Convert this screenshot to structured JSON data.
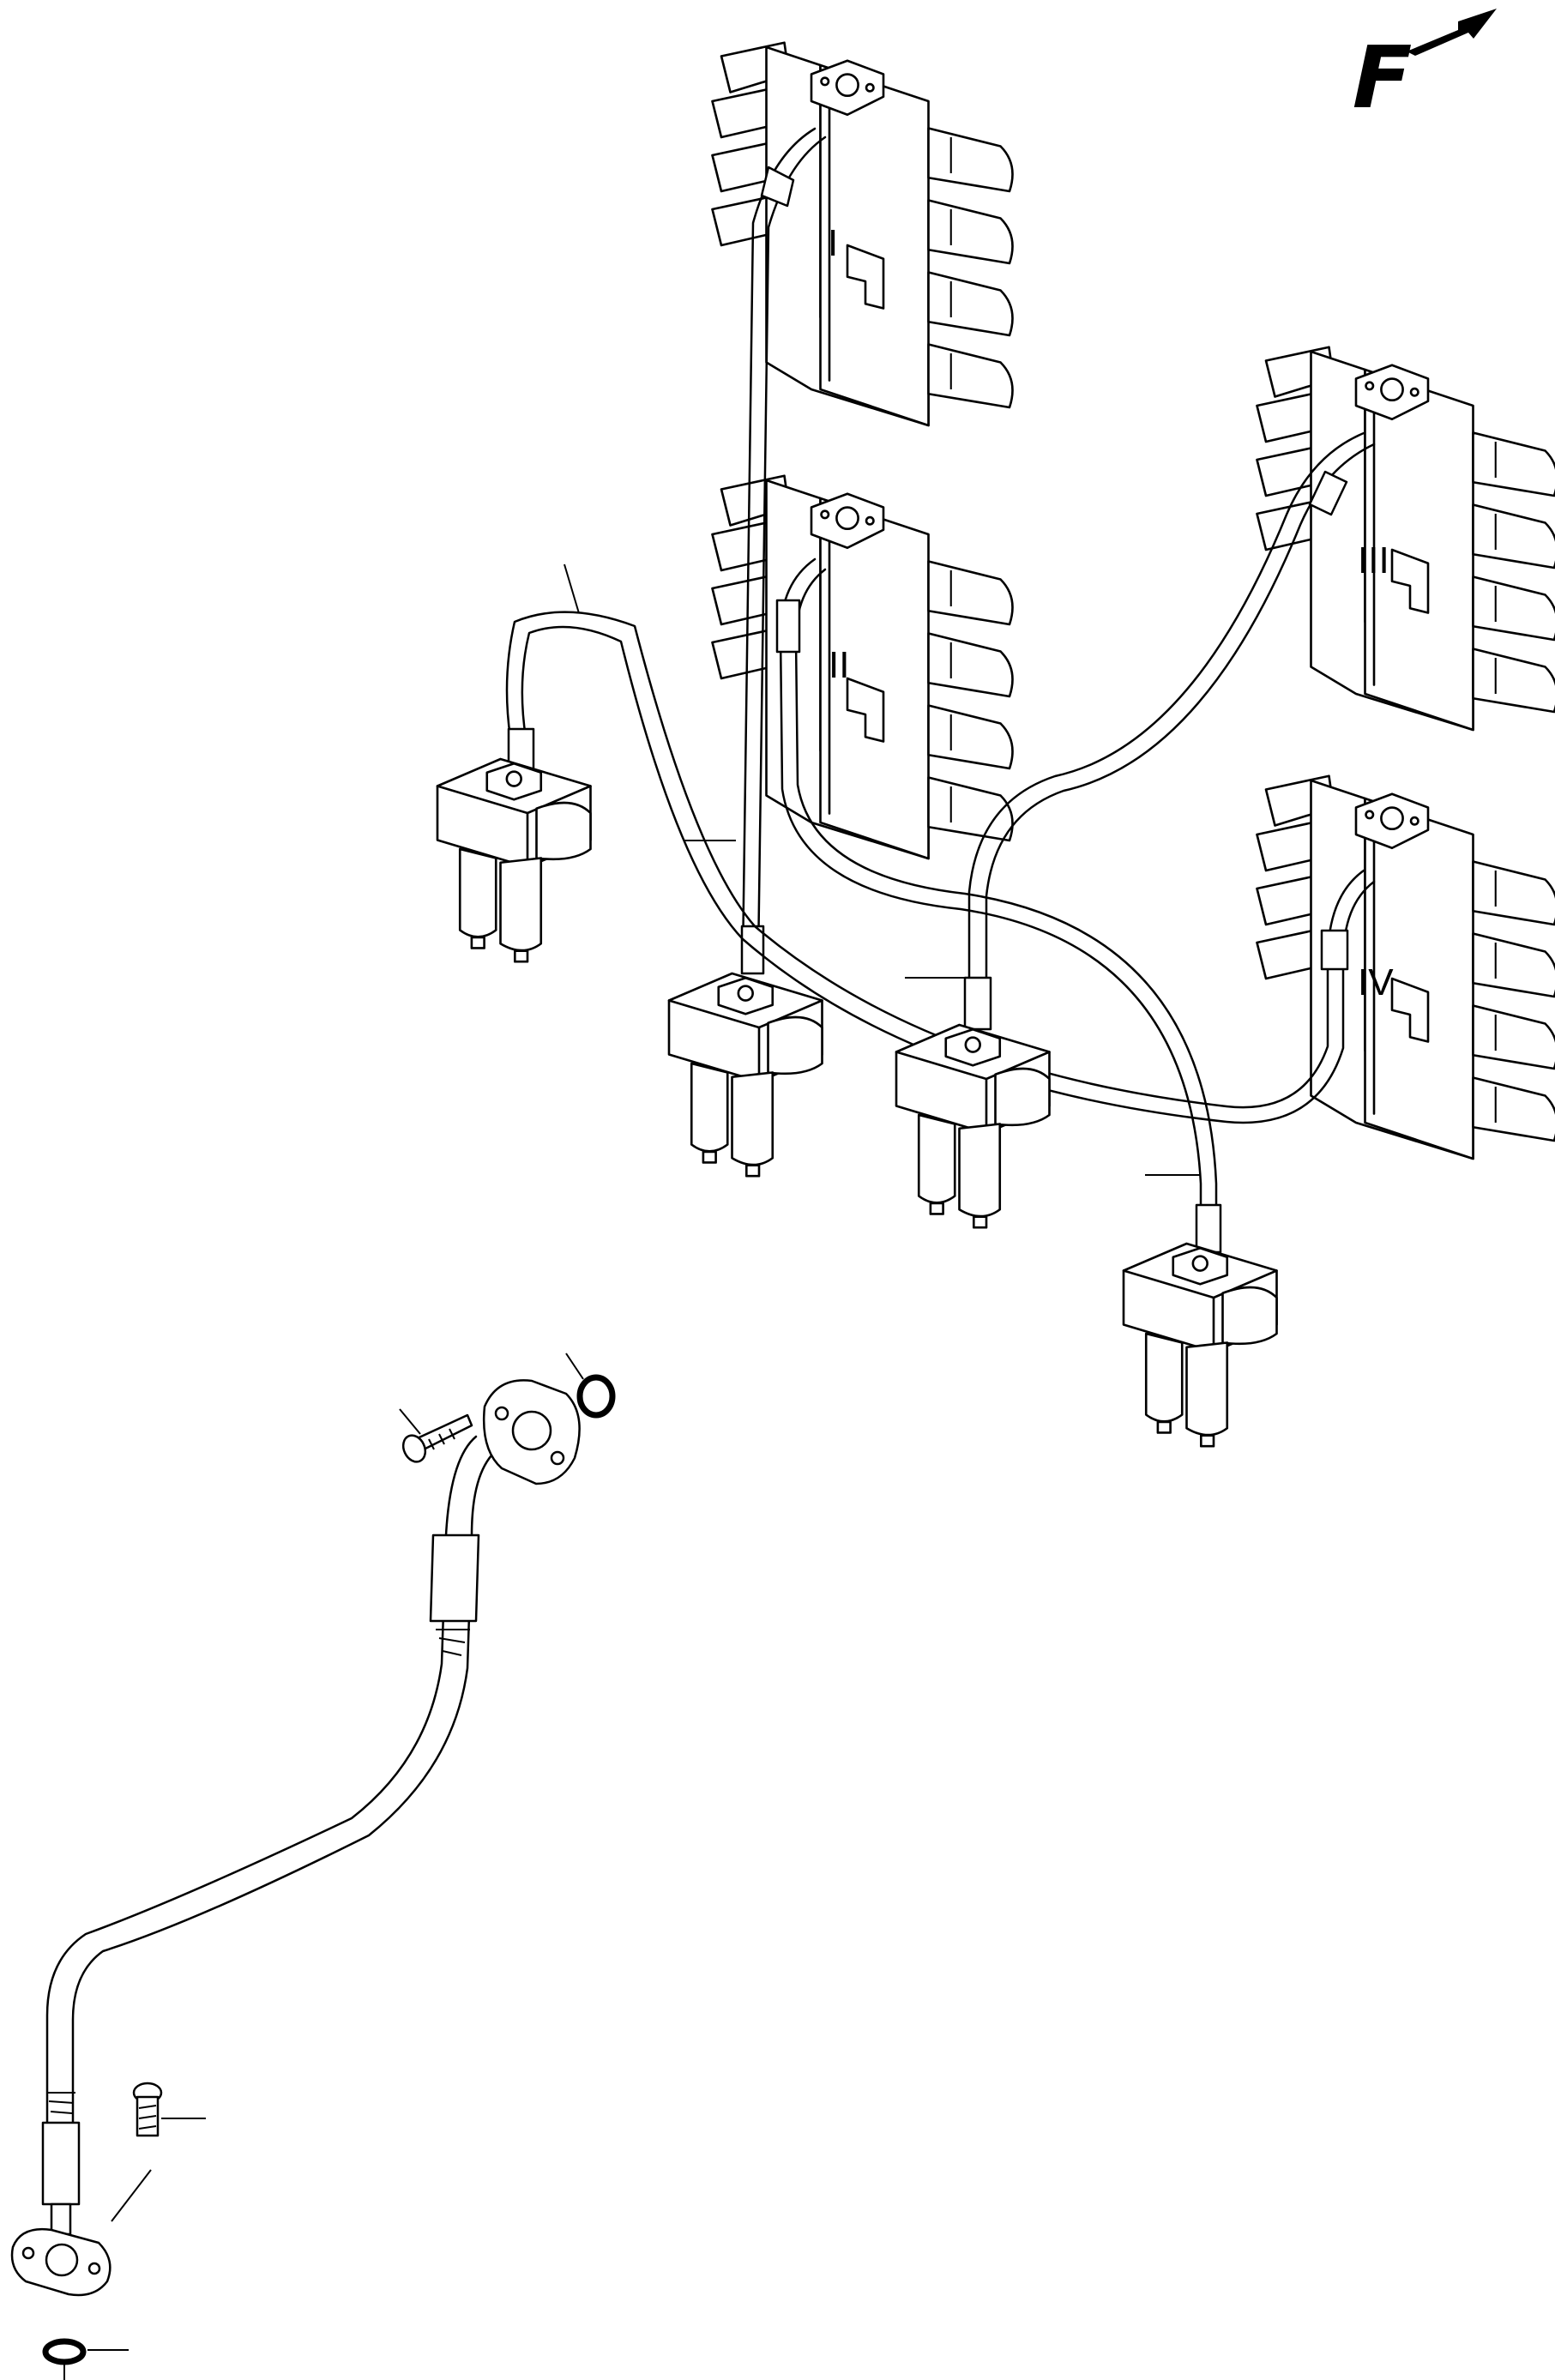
{
  "diagram": {
    "direction_mark": {
      "letter": "F"
    },
    "valve_blocks": [
      {
        "id": "I",
        "label": "I"
      },
      {
        "id": "II",
        "label": "II"
      },
      {
        "id": "III",
        "label": "III"
      },
      {
        "id": "IV",
        "label": "IV"
      }
    ],
    "filters": [
      {
        "id": "filter-1"
      },
      {
        "id": "filter-2"
      },
      {
        "id": "filter-3"
      },
      {
        "id": "filter-4"
      }
    ],
    "hoses": [
      {
        "from": "I",
        "to": "filter-2"
      },
      {
        "from": "II",
        "to": "filter-4"
      },
      {
        "from": "III",
        "to": "filter-3"
      },
      {
        "from": "IV",
        "to": "filter-1"
      }
    ],
    "detail_parts": [
      "hose-assembly",
      "flange-fitting-upper",
      "flange-fitting-lower",
      "o-ring-upper",
      "o-ring-lower",
      "cap-screw-upper",
      "cap-screw-lower"
    ]
  }
}
